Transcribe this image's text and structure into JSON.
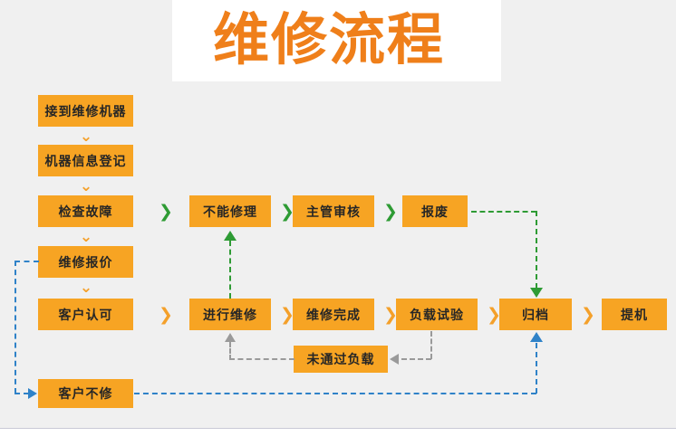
{
  "title": "维修流程",
  "colors": {
    "box_fill": "#f7a423",
    "title_color": "#ef7f1a",
    "background": "#f0f0f0",
    "green_flow": "#2e9b34",
    "blue_flow": "#2f82c8",
    "gray_flow": "#9a9a9a",
    "orange_chevron": "#f4a02a"
  },
  "boxes": {
    "receive_machine": "接到维修机器",
    "register_info": "机器信息登记",
    "inspect_fault": "检查故障",
    "repair_quote": "维修报价",
    "customer_approve": "客户认可",
    "cannot_repair": "不能修理",
    "supervisor_review": "主管审核",
    "scrap": "报废",
    "do_repair": "进行维修",
    "repair_done": "维修完成",
    "load_test": "负载试验",
    "archive": "归档",
    "pickup_machine": "提机",
    "load_test_failed": "未通过负载",
    "customer_declines": "客户不修"
  },
  "connectors": {
    "chevron_right": "❯",
    "chevron_down": "⌄"
  }
}
